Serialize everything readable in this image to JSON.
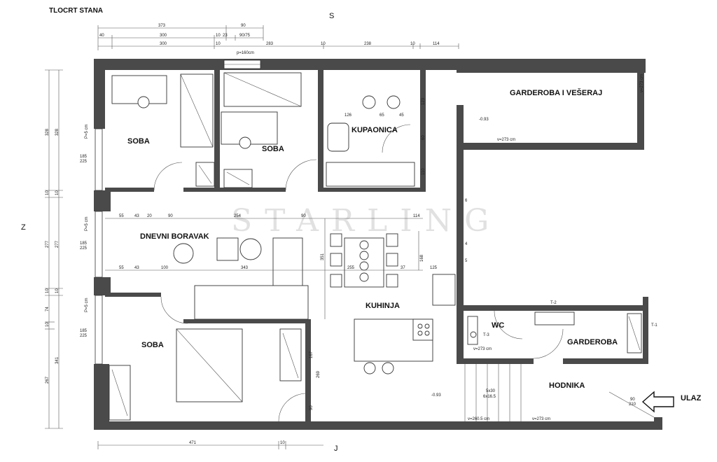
{
  "title": "TLOCRT STANA",
  "compass": {
    "north": "S",
    "south": "J",
    "west": "Z"
  },
  "watermark": "STARLING",
  "entrance": {
    "label": "ULAZ"
  },
  "rooms": {
    "soba_top_left": "SOBA",
    "soba_top_mid": "SOBA",
    "kupaonica": "KUPAONICA",
    "garderoba_veseraj": "GARDEROBA I VEŠERAJ",
    "dnevni_boravak": "DNEVNI BORAVAK",
    "kuhinja": "KUHINJA",
    "soba_bottom": "SOBA",
    "wc": "WC",
    "garderoba": "GARDEROBA",
    "hodnika": "HODNIKA"
  },
  "dimensions": {
    "top_row1": [
      "373",
      "90"
    ],
    "top_row2": [
      "40",
      "300",
      "10",
      "23",
      "90/75"
    ],
    "top_row3": [
      "300",
      "10",
      "283",
      "10",
      "238",
      "10",
      "114"
    ],
    "window_top": "p=160cm",
    "left_outer": [
      "328",
      "10",
      "277",
      "10",
      "74",
      "10",
      "267"
    ],
    "left_inner": [
      "328",
      "10",
      "277",
      "10",
      "341"
    ],
    "left_windows": [
      "P=5 cm",
      "185",
      "225",
      "P=5 cm",
      "185",
      "225",
      "P=5 cm",
      "185",
      "225"
    ],
    "living_row1": [
      "55",
      "43",
      "20",
      "90",
      "254",
      "90",
      "114"
    ],
    "living_row2": [
      "55",
      "43",
      "100",
      "343",
      "255",
      "37",
      "125"
    ],
    "kitchen_vertical": [
      "351",
      "168"
    ],
    "bath_vertical": [
      "123",
      "60",
      "110"
    ],
    "bath_horizontal": [
      "126",
      "65",
      "45"
    ],
    "kitchen_side": [
      "6",
      "4",
      "5"
    ],
    "bottom_vertical": [
      "167",
      "269",
      "90"
    ],
    "bottom_row": [
      "471",
      "10"
    ],
    "stairs": [
      "5x30",
      "6x16.5"
    ],
    "levels": [
      "-0.93",
      "-0.93"
    ],
    "heights": [
      "v=273 cm",
      "v=273 cm",
      "v=260.5 cm",
      "v=273 cm",
      "v=273 cm"
    ],
    "door_entrance": [
      "90",
      "210"
    ],
    "markers": [
      "T-1",
      "T-2",
      "T-3"
    ]
  }
}
